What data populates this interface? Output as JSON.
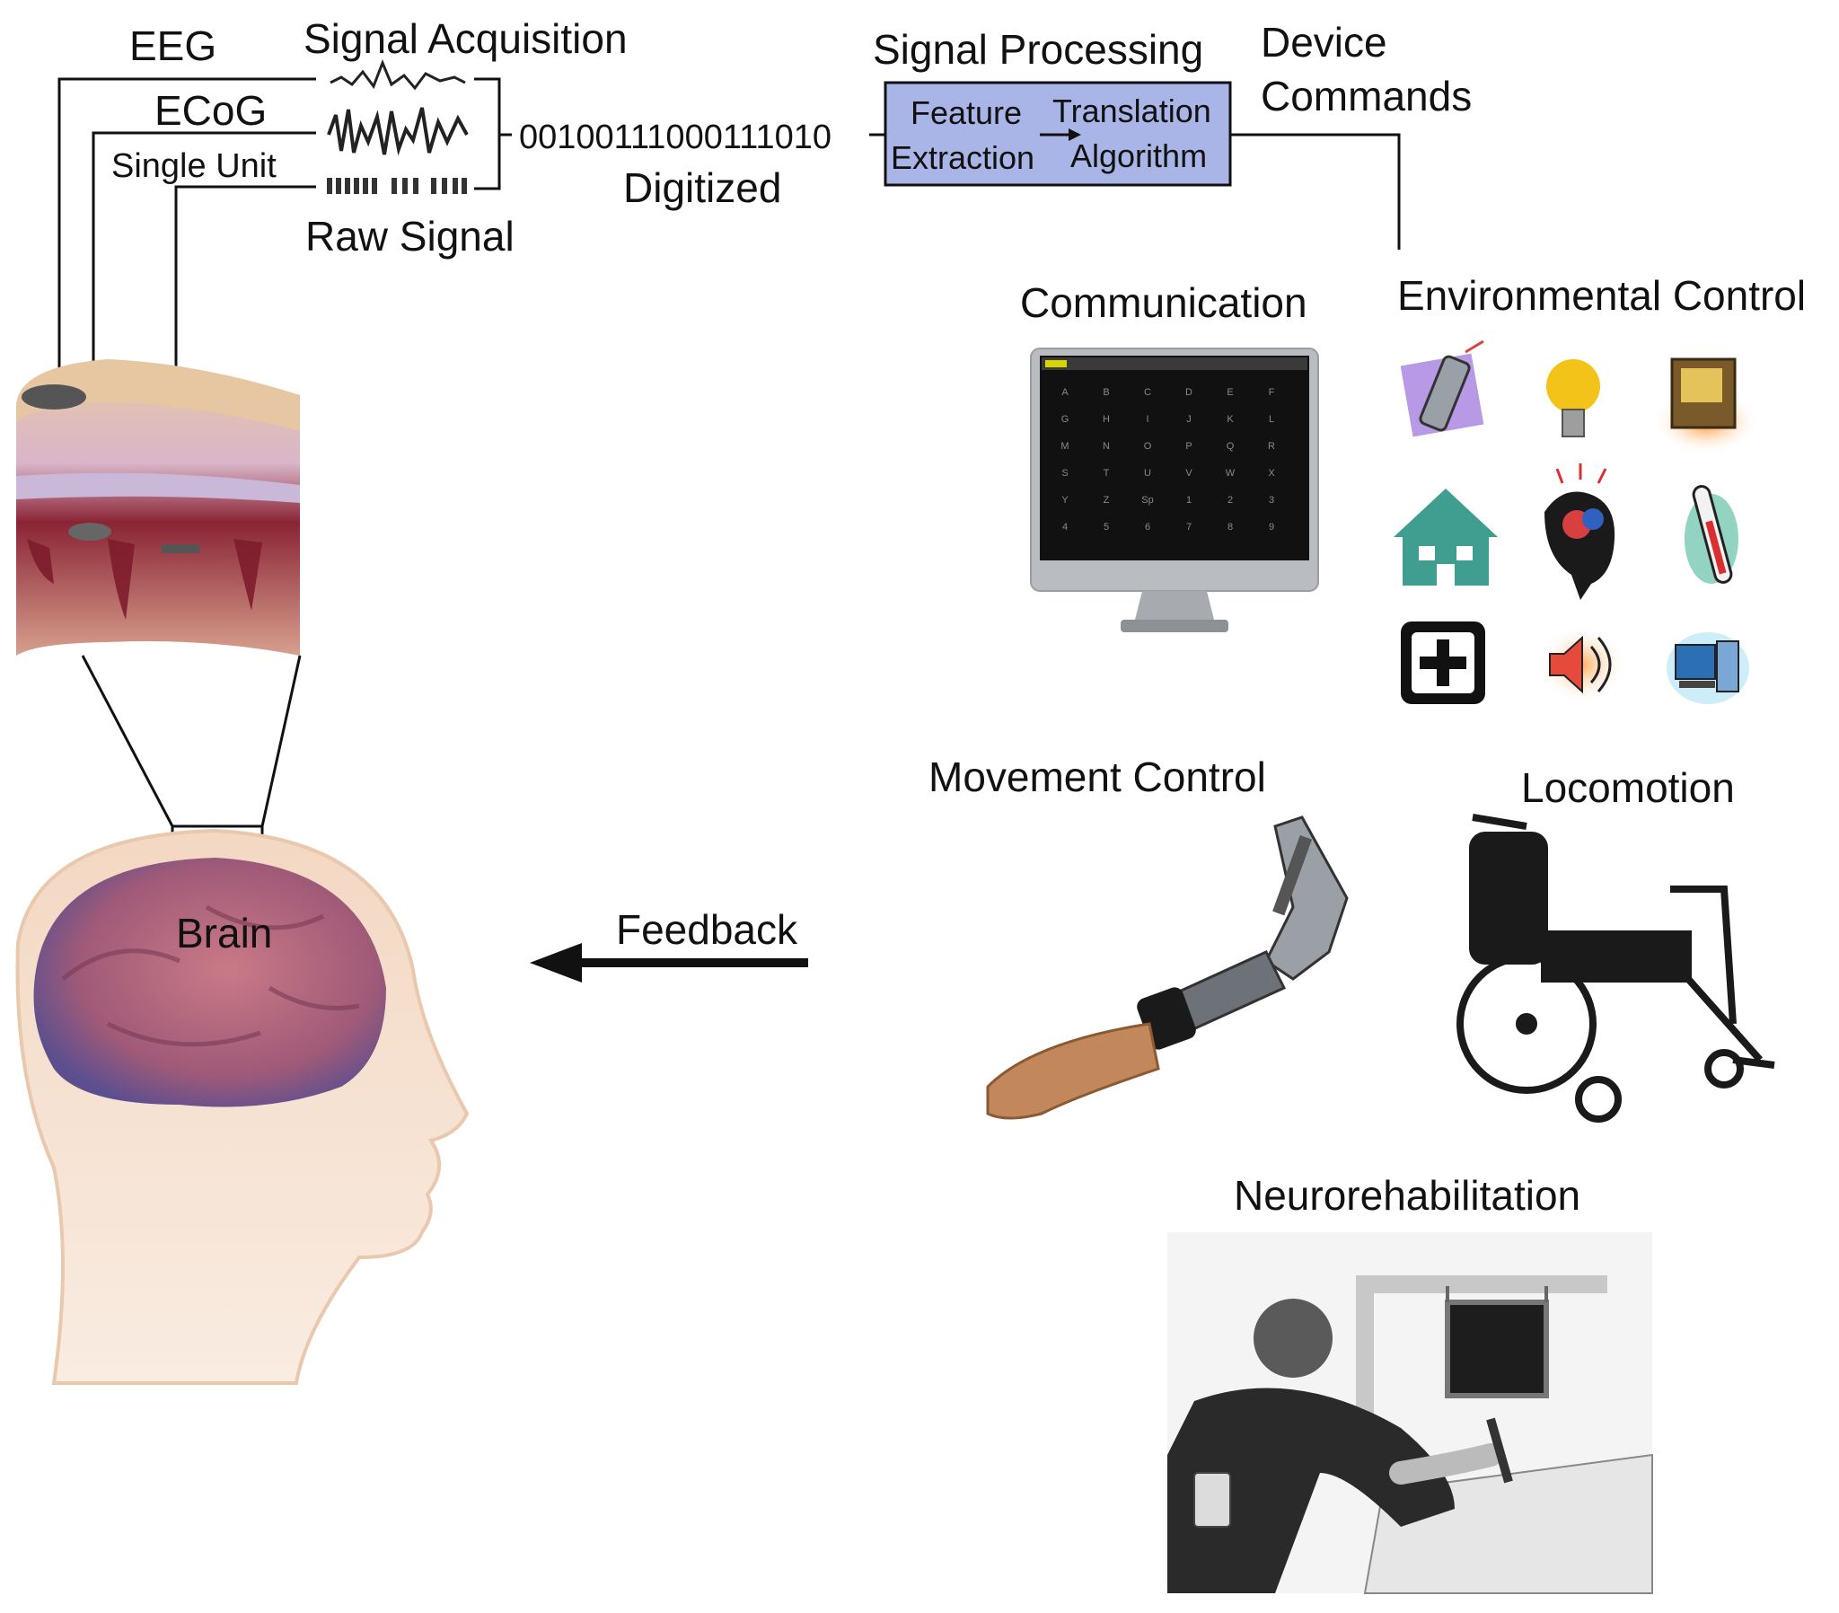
{
  "acquisition": {
    "eeg": "EEG",
    "ecog": "ECoG",
    "single_unit": "Single Unit",
    "title": "Signal Acquisition",
    "raw_signal": "Raw Signal",
    "bitstream": "0010011100011101​0",
    "digitized": "Digitized"
  },
  "processing": {
    "title": "Signal Processing",
    "feature_1": "Feature",
    "feature_2": "Extraction",
    "translation_1": "Translation",
    "translation_2": "Algorithm",
    "box_color": "#a9b5e6"
  },
  "commands": {
    "line1": "Device",
    "line2": "Commands"
  },
  "outputs": {
    "communication": "Communication",
    "environmental": "Environmental Control",
    "movement": "Movement Control",
    "locomotion": "Locomotion",
    "neurorehab": "Neurorehabilitation"
  },
  "brain_label": "Brain",
  "feedback": "Feedback",
  "speller_grid": [
    [
      "A",
      "B",
      "C",
      "D",
      "E",
      "F"
    ],
    [
      "G",
      "H",
      "I",
      "J",
      "K",
      "L"
    ],
    [
      "M",
      "N",
      "O",
      "P",
      "Q",
      "R"
    ],
    [
      "S",
      "T",
      "U",
      "V",
      "W",
      "X"
    ],
    [
      "Y",
      "Z",
      "Sp",
      "1",
      "2",
      "3"
    ],
    [
      "4",
      "5",
      "6",
      "7",
      "8",
      "9"
    ]
  ],
  "colors": {
    "house": "#3f9e8f",
    "screen": "#111111",
    "bulb": "#f3c31a"
  },
  "icons": [
    "phone-icon",
    "lightbulb-icon",
    "tv-icon",
    "house-icon",
    "head-icon",
    "thermometer-icon",
    "plus-icon",
    "speaker-icon",
    "computer-icon"
  ]
}
